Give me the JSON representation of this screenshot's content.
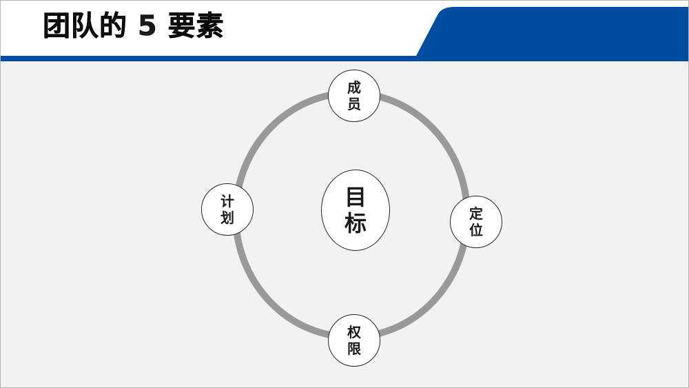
{
  "slide": {
    "title": "团队的 5 要素",
    "colors": {
      "brand_blue": "#004ea2",
      "background": "#f2f2f2",
      "header_bg": "#ffffff",
      "ring": "#999999",
      "node_fill": "#ffffff",
      "node_border": "#222222"
    }
  },
  "diagram": {
    "type": "cycle-with-center",
    "center": {
      "label": "目标",
      "chars": [
        "目",
        "标"
      ]
    },
    "nodes": [
      {
        "id": "members",
        "label": "成员",
        "chars": [
          "成",
          "员"
        ],
        "position": "top"
      },
      {
        "id": "positioning",
        "label": "定位",
        "chars": [
          "定",
          "位"
        ],
        "position": "right"
      },
      {
        "id": "authority",
        "label": "权限",
        "chars": [
          "权",
          "限"
        ],
        "position": "bottom"
      },
      {
        "id": "plan",
        "label": "计划",
        "chars": [
          "计",
          "划"
        ],
        "position": "left"
      }
    ]
  }
}
